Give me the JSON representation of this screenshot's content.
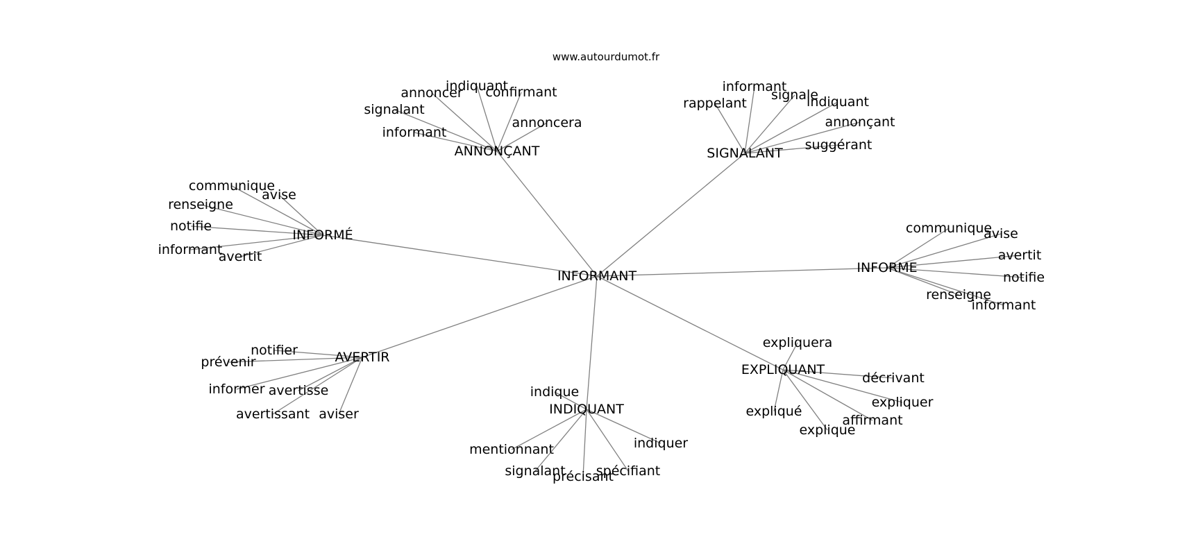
{
  "watermark": "www.autourdumot.fr",
  "center": "INFORMANT",
  "clusters": [
    {
      "label": "ANNONÇANT",
      "leaves": [
        "indiquant",
        "annoncer",
        "confirmant",
        "signalant",
        "annoncera",
        "informant"
      ]
    },
    {
      "label": "SIGNALANT",
      "leaves": [
        "informant",
        "signale",
        "rappelant",
        "indiquant",
        "annonçant",
        "suggérant"
      ]
    },
    {
      "label": "INFORMÉ",
      "leaves": [
        "communique",
        "avise",
        "renseigne",
        "notifie",
        "informant",
        "avertit"
      ]
    },
    {
      "label": "INFORME",
      "leaves": [
        "communique",
        "avise",
        "avertit",
        "notifie",
        "renseigne",
        "informant"
      ]
    },
    {
      "label": "AVERTIR",
      "leaves": [
        "notifier",
        "prévenir",
        "informer",
        "avertisse",
        "avertissant",
        "aviser"
      ]
    },
    {
      "label": "INDIQUANT",
      "leaves": [
        "indique",
        "indiquer",
        "mentionnant",
        "signalant",
        "précisant",
        "spécifiant"
      ]
    },
    {
      "label": "EXPLIQUANT",
      "leaves": [
        "expliquera",
        "décrivant",
        "expliqué",
        "expliquer",
        "affirmant",
        "explique"
      ]
    }
  ]
}
